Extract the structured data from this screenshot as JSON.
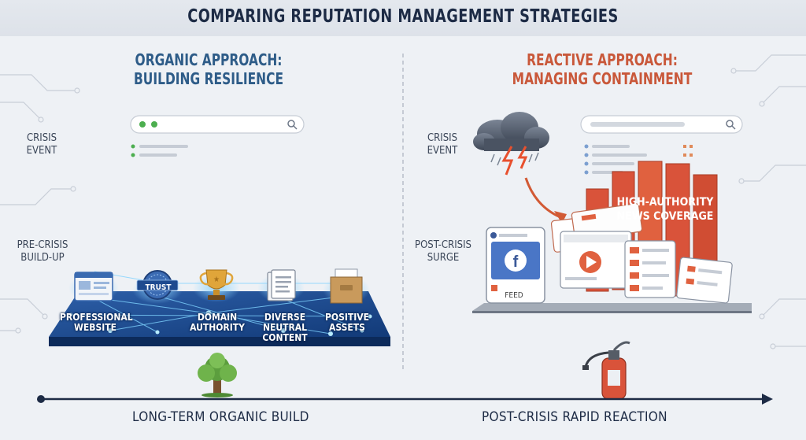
{
  "title": "COMPARING REPUTATION MANAGEMENT STRATEGIES",
  "left": {
    "heading_line1": "ORGANIC APPROACH:",
    "heading_line2": "BUILDING RESILIENCE",
    "crisis_line1": "CRISIS",
    "crisis_line2": "EVENT",
    "phase_line1": "PRE-CRISIS",
    "phase_line2": "BUILD-UP",
    "assets": [
      {
        "line1": "PROFESSIONAL",
        "line2": "WEBSITE"
      },
      {
        "line1": "DOMAIN",
        "line2": "AUTHORITY"
      },
      {
        "line1": "DIVERSE NEUTRAL",
        "line2": "CONTENT"
      },
      {
        "line1": "POSITIVE",
        "line2": "ASSETS"
      }
    ],
    "trust_badge": "TRUST"
  },
  "right": {
    "heading_line1": "REACTIVE APPROACH:",
    "heading_line2": "MANAGING CONTAINMENT",
    "crisis_line1": "CRISIS",
    "crisis_line2": "EVENT",
    "phase_line1": "POST-CRISIS",
    "phase_line2": "SURGE",
    "news_line1": "HIGH-AUTHORITY",
    "news_line2": "NEWS COVERAGE",
    "feed_label": "FEED"
  },
  "timeline": {
    "left_label": "LONG-TERM ORGANIC BUILD",
    "right_label": "POST-CRISIS RAPID REACTION"
  },
  "colors": {
    "organic": "#2e5c88",
    "reactive": "#c9583a",
    "dark": "#1d2b45",
    "news_red": "#d9533a"
  }
}
